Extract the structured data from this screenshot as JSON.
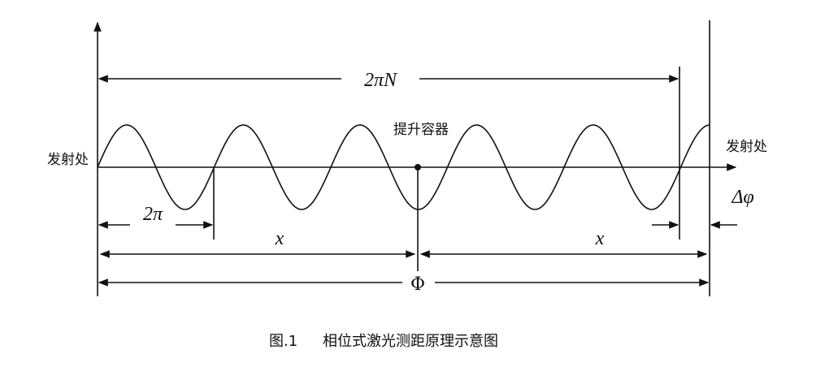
{
  "diagram": {
    "label_2piN": "2πN",
    "label_hoist": "提升容器",
    "label_emit_left": "发射处",
    "label_emit_right": "发射处",
    "label_2pi": "2π",
    "label_x_left": "x",
    "label_x_right": "x",
    "label_delta_phi": "Δφ",
    "label_phi": "Φ"
  },
  "caption": {
    "number": "图.1",
    "title": "相位式激光测距原理示意图"
  }
}
